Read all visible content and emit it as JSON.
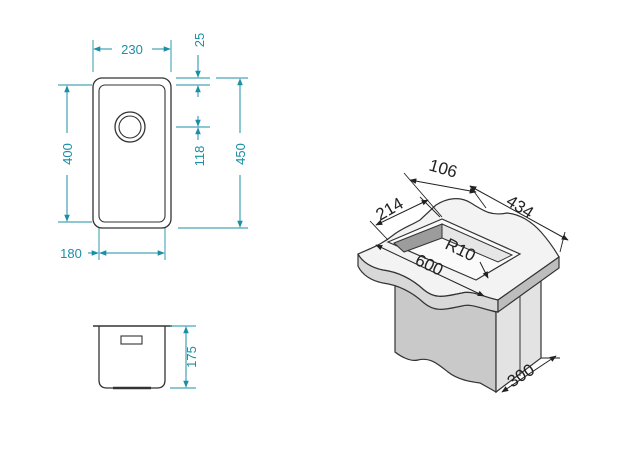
{
  "colors": {
    "dimension": "#1a8fa5",
    "outline": "#333333",
    "fill_grey": "#d4d4d4",
    "fill_light": "#f2f2f2",
    "fill_dark": "#9a9a9a"
  },
  "top_view": {
    "dim_width_outer": "230",
    "dim_depth_outer": "450",
    "dim_depth_inner": "400",
    "dim_rim_front": "25",
    "dim_drain_offset": "118",
    "dim_width_inner": "180"
  },
  "side_view": {
    "dim_height": "175"
  },
  "iso_view": {
    "dim_214": "214",
    "dim_106": "106",
    "dim_434": "434",
    "dim_radius": "R10",
    "dim_600": "600",
    "dim_300": "300"
  }
}
